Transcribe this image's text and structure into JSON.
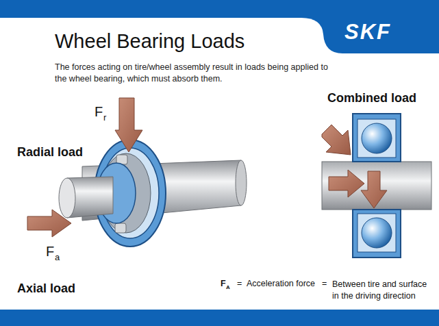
{
  "diagram": {
    "title": "Wheel Bearing Loads",
    "labels": [
      "SKF",
      "The forces acting on tire/wheel assembly result in loads being applied to the wheel bearing, which must absorb them.",
      "Combined load",
      "Radial load",
      "F",
      "r",
      "F",
      "a",
      "Axial load",
      "F",
      "A",
      "=",
      "Acceleration force",
      "=",
      "Between tire and surface in the driving direction"
    ]
  }
}
